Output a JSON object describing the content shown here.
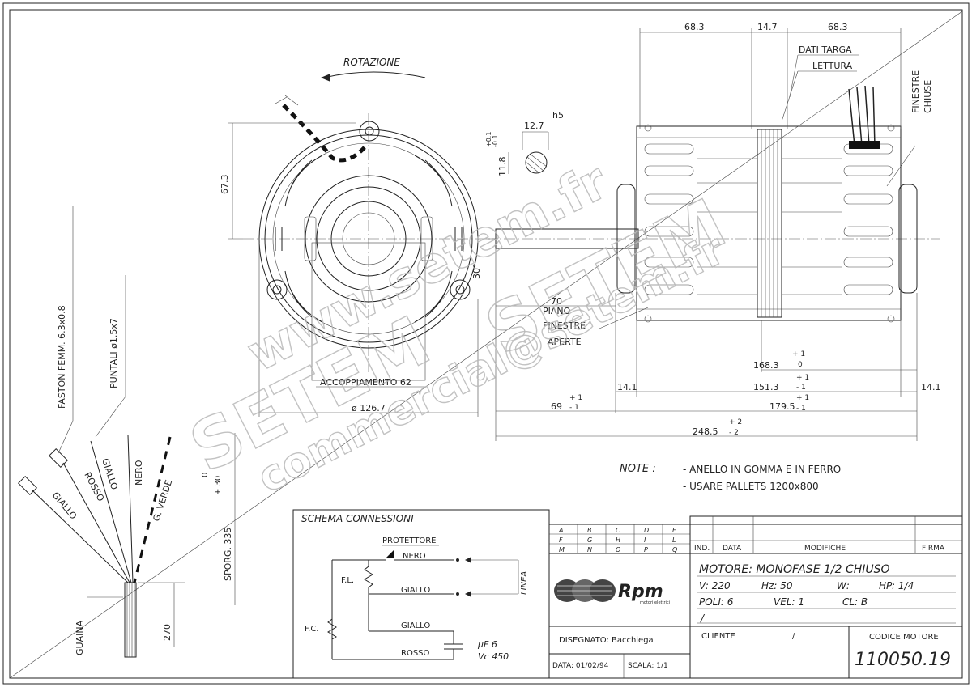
{
  "rotation_label": "ROTAZIONE",
  "dimensions": {
    "d_68_3_left": "68.3",
    "d_14_7": "14.7",
    "d_68_3_right": "68.3",
    "d_67_3": "67.3",
    "d_12_7": "12.7",
    "d_h5": "h5",
    "d_11_8": "11.8",
    "d_tol_shaft_plus": "+0.1",
    "d_tol_shaft_minus": "-0.1",
    "d_70": "70",
    "d_30": "30°",
    "d_168_3": "168.3",
    "d_168_3_tol_plus": "+ 1",
    "d_168_3_tol_minus": "0",
    "d_151_3": "151.3",
    "d_151_3_tol_plus": "+ 1",
    "d_151_3_tol_minus": "- 1",
    "d_14_1_left": "14.1",
    "d_14_1_right": "14.1",
    "d_179_5": "179.5",
    "d_179_5_tol_plus": "+ 1",
    "d_179_5_tol_minus": "- 1",
    "d_69": "69",
    "d_69_tol_plus": "+ 1",
    "d_69_tol_minus": "- 1",
    "d_248_5": "248.5",
    "d_248_5_tol_plus": "+ 2",
    "d_248_5_tol_minus": "- 2",
    "d_126_7": "ø 126.7",
    "d_270": "270",
    "d_sporg": "SPORG. 335",
    "d_sporg_tol_plus": "+ 30",
    "d_sporg_tol_minus": "0"
  },
  "labels": {
    "dati_targa": "DATI TARGA",
    "lettura": "LETTURA",
    "finestre_chiuse_1": "FINESTRE",
    "finestre_chiuse_2": "CHIUSE",
    "piano": "PIANO",
    "finestre_aperte_1": "FINESTRE",
    "finestre_aperte_2": "APERTE",
    "accoppiamento": "ACCOPPIAMENTO 62",
    "faston": "FASTON FEMM. 6.3x0.8",
    "puntali": "PUNTALI ø1.5x7",
    "guaina": "GUAINA",
    "wire_giallo_1": "GIALLO",
    "wire_rosso": "ROSSO",
    "wire_giallo_2": "GIALLO",
    "wire_nero": "NERO",
    "wire_gverde": "G. VERDE"
  },
  "notes": {
    "title": "NOTE :",
    "line1": "- ANELLO IN GOMMA E IN FERRO",
    "line2": "- USARE PALLETS 1200x800"
  },
  "schema": {
    "title": "SCHEMA CONNESSIONI",
    "protettore": "PROTETTORE",
    "nero": "NERO",
    "fl": "F.L.",
    "giallo_1": "GIALLO",
    "linea": "LINEA",
    "fc": "F.C.",
    "giallo_2": "GIALLO",
    "rosso": "ROSSO",
    "cap_value": "µF 6",
    "cap_voltage": "Vc 450"
  },
  "revision_grid": [
    [
      "A",
      "B",
      "C",
      "D",
      "E"
    ],
    [
      "F",
      "G",
      "H",
      "I",
      "L"
    ],
    [
      "M",
      "N",
      "O",
      "P",
      "Q"
    ]
  ],
  "title_block": {
    "ind": "IND.",
    "data": "DATA",
    "modifiche": "MODIFICHE",
    "firma": "FIRMA",
    "motore": "MOTORE: MONOFASE 1/2 CHIUSO",
    "volt": "V: 220",
    "hz": "Hz: 50",
    "w": "W:",
    "hp": "HP: 1/4",
    "poli": "POLI: 6",
    "vel": "VEL: 1",
    "cl": "CL: B",
    "slash": "/",
    "logo_text": "Rpm",
    "logo_sub": "motori elettrici",
    "disegnato": "DISEGNATO:  Bacchiega",
    "date": "DATA: 01/02/94",
    "scala": "SCALA: 1/1",
    "cliente": "CLIENTE",
    "cliente_slash": "/",
    "codice_label": "CODICE MOTORE",
    "codice": "110050.19"
  },
  "watermarks": {
    "w1": "www.setem.fr",
    "w2": "SETEM",
    "w3": "SETEM",
    "w4": "commercial@setem.fr"
  }
}
